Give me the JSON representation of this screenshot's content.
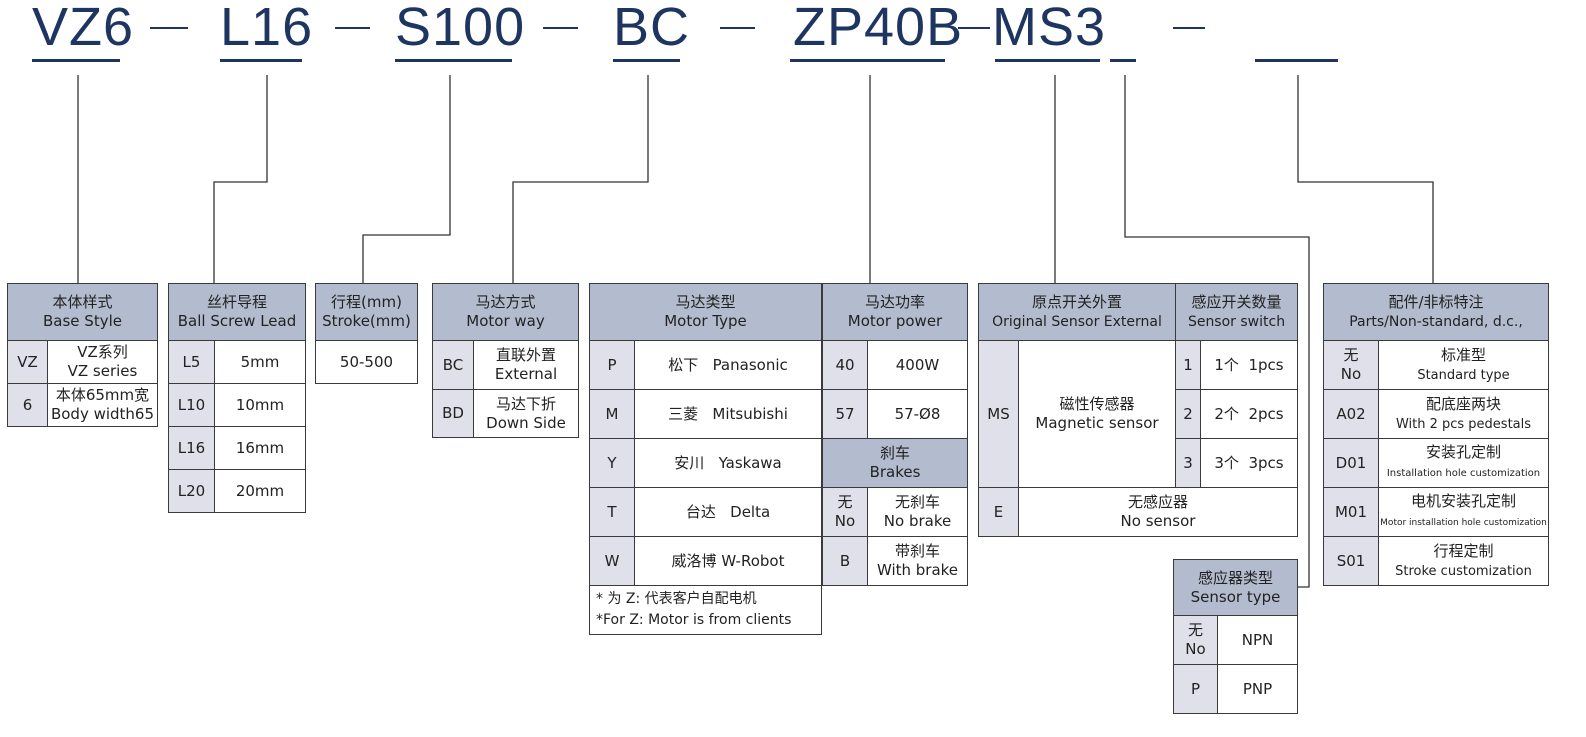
{
  "code": {
    "parts": [
      "VZ6",
      "L16",
      "S100",
      "BC",
      "ZP40B",
      "MS3",
      "_"
    ]
  },
  "base_style": {
    "cn": "本体样式",
    "en": "Base Style",
    "rows": [
      {
        "code": "VZ",
        "cn": "VZ系列",
        "en": "VZ series"
      },
      {
        "code": "6",
        "cn": "本体65mm宽",
        "en": "Body width65"
      }
    ]
  },
  "lead": {
    "cn": "丝杆导程",
    "en": "Ball Screw Lead",
    "rows": [
      {
        "code": "L5",
        "val": "5mm"
      },
      {
        "code": "L10",
        "val": "10mm"
      },
      {
        "code": "L16",
        "val": "16mm"
      },
      {
        "code": "L20",
        "val": "20mm"
      }
    ]
  },
  "stroke": {
    "cn": "行程(mm)",
    "en": "Stroke(mm)",
    "value": "50-500"
  },
  "motor_way": {
    "cn": "马达方式",
    "en": "Motor way",
    "rows": [
      {
        "code": "BC",
        "cn": "直联外置",
        "en": "External"
      },
      {
        "code": "BD",
        "cn": "马达下折",
        "en": "Down Side"
      }
    ]
  },
  "motor_type": {
    "cn": "马达类型",
    "en": "Motor Type",
    "rows": [
      {
        "code": "P",
        "cn": "松下",
        "en": "Panasonic"
      },
      {
        "code": "M",
        "cn": "三菱",
        "en": "Mitsubishi"
      },
      {
        "code": "Y",
        "cn": "安川",
        "en": "Yaskawa"
      },
      {
        "code": "T",
        "cn": "台达",
        "en": "Delta"
      },
      {
        "code": "W",
        "cn": "威洛博",
        "en": "W-Robot"
      }
    ],
    "note_cn": "* 为 Z: 代表客户自配电机",
    "note_en": "*For Z: Motor is from clients"
  },
  "motor_power": {
    "cn": "马达功率",
    "en": "Motor power",
    "rows": [
      {
        "code": "40",
        "val": "400W"
      },
      {
        "code": "57",
        "val": "57-Ø8"
      }
    ]
  },
  "brakes": {
    "cn": "刹车",
    "en": "Brakes",
    "rows": [
      {
        "code_cn": "无",
        "code_en": "No",
        "cn": "无刹车",
        "en": "No brake"
      },
      {
        "code": "B",
        "cn": "带刹车",
        "en": "With brake"
      }
    ]
  },
  "origin_sensor": {
    "cn": "原点开关外置",
    "en": "Original Sensor External",
    "rows": [
      {
        "code": "MS",
        "cn": "磁性传感器",
        "en": "Magnetic sensor"
      },
      {
        "code": "E",
        "cn": "无感应器",
        "en": "No sensor"
      }
    ]
  },
  "sensor_switch": {
    "cn": "感应开关数量",
    "en": "Sensor switch",
    "rows": [
      {
        "code": "1",
        "val": "1个  1pcs"
      },
      {
        "code": "2",
        "val": "2个  2pcs"
      },
      {
        "code": "3",
        "val": "3个  3pcs"
      }
    ]
  },
  "sensor_type": {
    "cn": "感应器类型",
    "en": "Sensor type",
    "rows": [
      {
        "code_cn": "无",
        "code_en": "No",
        "val": "NPN"
      },
      {
        "code": "P",
        "val": "PNP"
      }
    ]
  },
  "parts": {
    "cn": "配件/非标特注",
    "en": "Parts/Non-standard, d.c.,",
    "rows": [
      {
        "code_cn": "无",
        "code_en": "No",
        "cn": "标准型",
        "en": "Standard type"
      },
      {
        "code": "A02",
        "cn": "配底座两块",
        "en": "With 2 pcs pedestals"
      },
      {
        "code": "D01",
        "cn": "安装孔定制",
        "en": "Installation hole customization"
      },
      {
        "code": "M01",
        "cn": "电机安装孔定制",
        "en": "Motor installation hole customization"
      },
      {
        "code": "S01",
        "cn": "行程定制",
        "en": "Stroke customization"
      }
    ]
  }
}
